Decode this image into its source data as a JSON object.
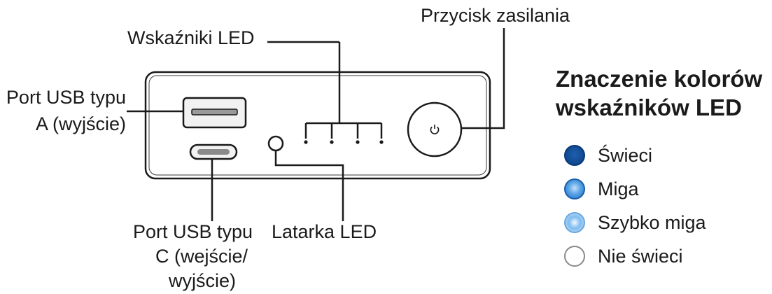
{
  "labels": {
    "led_indicators": "Wskaźniki LED",
    "power_button": "Przycisk zasilania",
    "usb_a_line1": "Port USB typu",
    "usb_a_line2": "A (wyjście)",
    "usb_c_line1": "Port USB typu",
    "usb_c_line2": "C (wejście/",
    "usb_c_line3": "wyjście)",
    "flashlight": "Latarka LED"
  },
  "legend": {
    "title_line1": "Znaczenie kolorów",
    "title_line2": "wskaźników LED",
    "items": [
      {
        "label": "Świeci",
        "state": "solid",
        "color": "#0b4a96"
      },
      {
        "label": "Miga",
        "state": "blinking",
        "color": "#2e7fd1"
      },
      {
        "label": "Szybko miga",
        "state": "fast-blinking",
        "color": "#6fb3ec"
      },
      {
        "label": "Nie świeci",
        "state": "off",
        "color": "#ffffff"
      }
    ]
  },
  "icons": {
    "power": "power-icon"
  },
  "colors": {
    "line": "#1a1a1a",
    "device_body": "#ffffff",
    "led_solid": "#0b4a96"
  }
}
